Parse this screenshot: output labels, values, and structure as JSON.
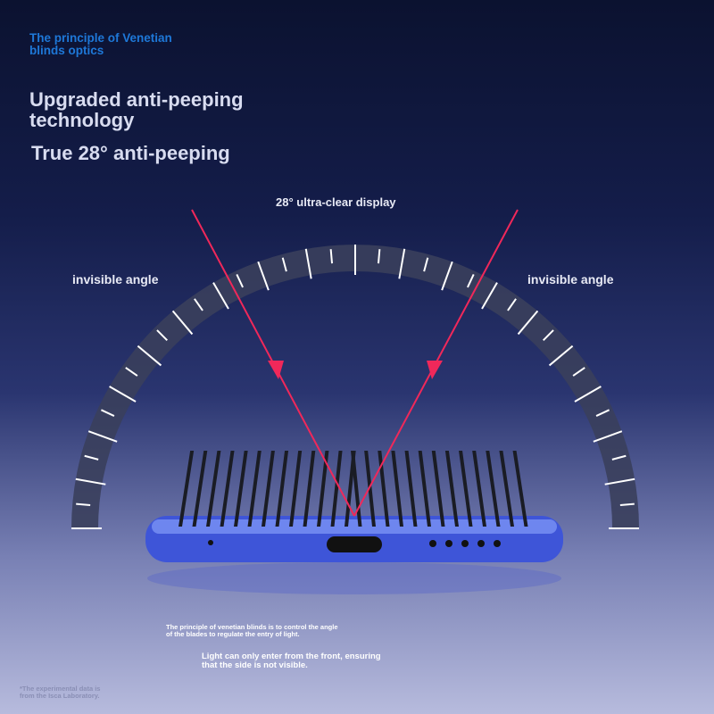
{
  "header": {
    "subtitle": "The principle of Venetian\n blinds optics",
    "headline": "Upgraded anti-peeping\n technology",
    "angle_claim": "True 28° anti-peeping"
  },
  "diagram": {
    "center_label": "28° ultra-clear display",
    "left_label": "invisible angle",
    "right_label": "invisible angle",
    "tick_count": 36,
    "light_color": "#f0285a"
  },
  "footer": {
    "principle": "The principle of venetian blinds is to control the angle\n of the blades to regulate the entry of light.",
    "light_note": "Light can only enter from the front, ensuring\n that the side is not visible.",
    "disclaimer": "*The experimental data is\n from the Isca Laboratory."
  }
}
